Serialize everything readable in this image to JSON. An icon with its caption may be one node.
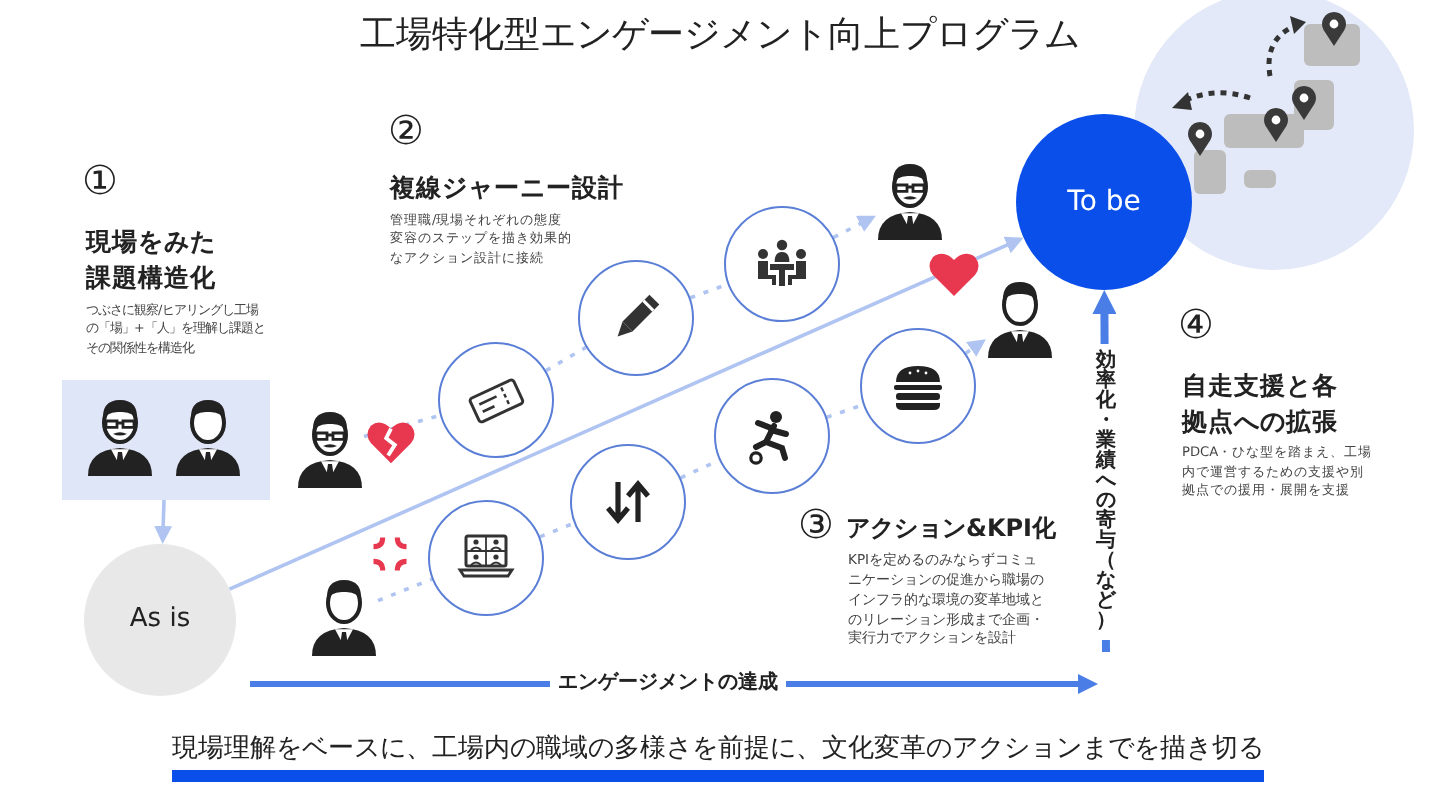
{
  "diagram": {
    "title": "工場特化型エンゲージメント向上プログラム",
    "caption": "現場理解をベースに、工場内の職域の多様さを前提に、文化変革のアクションまでを描き切る",
    "nodes": [
      {
        "text": [],
        "shape": "picture"
      },
      {
        "text": [
          "As is"
        ]
      },
      {
        "text": [],
        "shape": "person"
      },
      {
        "text": [],
        "shape": "circle"
      },
      {
        "text": [],
        "shape": "circle"
      },
      {
        "text": [],
        "shape": "circle"
      },
      {
        "text": [],
        "shape": "person"
      },
      {
        "text": [],
        "shape": "person"
      },
      {
        "text": [],
        "shape": "circle"
      },
      {
        "text": [],
        "shape": "circle"
      },
      {
        "text": [],
        "shape": "circle"
      },
      {
        "text": [],
        "shape": "circle"
      },
      {
        "text": [],
        "shape": "person"
      },
      {
        "text": [
          "To be"
        ]
      }
    ],
    "edges": [
      {
        "from": 0,
        "to": 1,
        "arrow": "to"
      },
      {
        "from": 2,
        "to": 3,
        "arrow": "none",
        "style": "dashed"
      },
      {
        "from": 3,
        "to": 4,
        "arrow": "none",
        "style": "dashed"
      },
      {
        "from": 4,
        "to": 5,
        "arrow": "none",
        "style": "dashed"
      },
      {
        "from": 5,
        "to": 6,
        "arrow": "to",
        "style": "dashed"
      },
      {
        "from": 7,
        "to": 8,
        "arrow": "none",
        "style": "dashed"
      },
      {
        "from": 8,
        "to": 9,
        "arrow": "none",
        "style": "dashed"
      },
      {
        "from": 9,
        "to": 10,
        "arrow": "none",
        "style": "dashed"
      },
      {
        "from": 10,
        "to": 11,
        "arrow": "none",
        "style": "dashed"
      },
      {
        "from": 11,
        "to": 12,
        "arrow": "to",
        "style": "dashed"
      },
      {
        "from": 1,
        "to": 13,
        "arrow": "to"
      },
      {
        "from": null,
        "to": 13,
        "arrow": "to",
        "label": "効率化・業績への寄与（など）",
        "style": "thick",
        "color": "#4a7ee6"
      }
    ],
    "labels": [
      "①",
      "現場をみた課題構造化",
      "つぶさに観察/ヒアリングし工場の「場」+「人」を理解し課題とその関係性を構造化",
      "②",
      "複線ジャーニー設計",
      "管理職/現場それぞれの態度変容のステップを描き効果的なアクション設計に接続",
      "③",
      "アクション&KPI化",
      "KPIを定めるのみならずコミュニケーションの促進から職場のインフラ的な環境の変革地域とのリレーション形成まで企画・実行力でアクションを設計",
      "④",
      "自走支援と各拠点への拡張",
      "PDCA・ひな型を踏まえ、工場内で運営するための支援や別拠点での援用・展開を支援",
      "エンゲージメントの達成"
    ]
  }
}
